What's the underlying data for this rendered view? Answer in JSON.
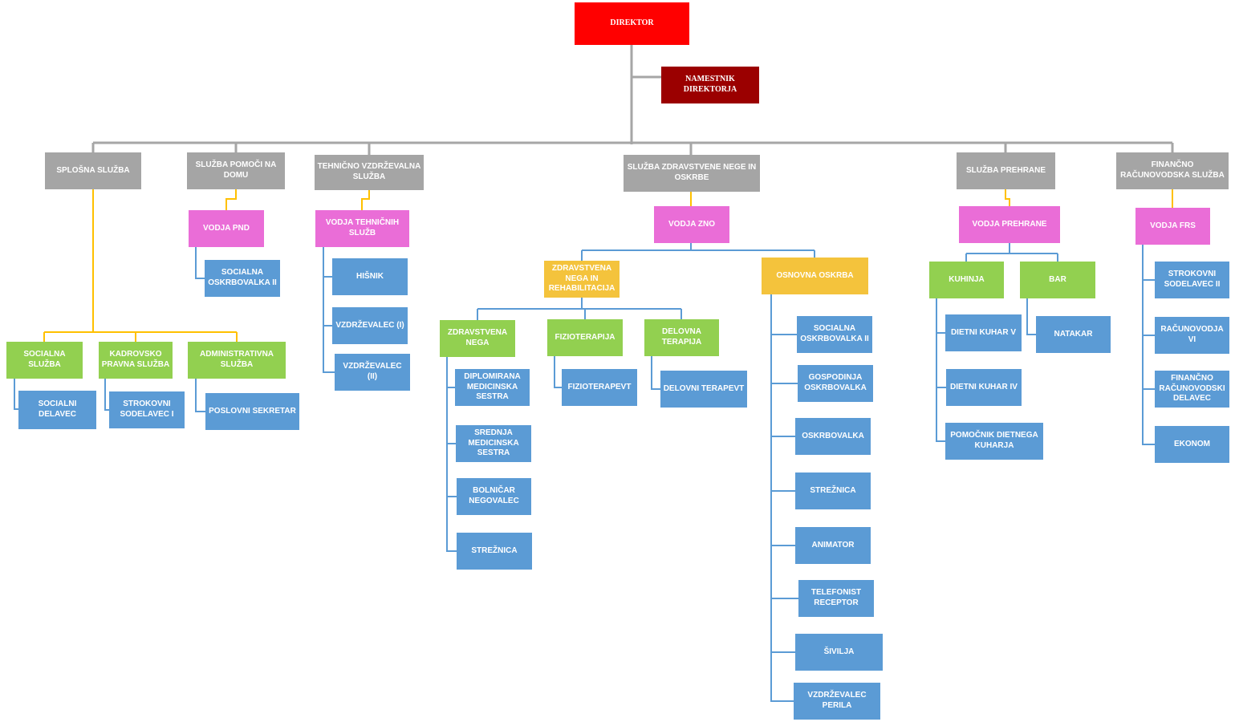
{
  "colors": {
    "red": "#FF0000",
    "darkred": "#9B0000",
    "gray": "#A5A5A5",
    "pink": "#EA6DD7",
    "gold": "#F4C33C",
    "green": "#92D050",
    "blue": "#5B9BD5",
    "line_gray": "#A6A6A6",
    "line_gold": "#FFC000",
    "line_blue": "#5B9BD5"
  },
  "nodes": {
    "direktor": "DIREKTOR",
    "namestnik": "NAMESTNIK DIREKTORJA",
    "splosna": "SPLOŠNA SLUŽBA",
    "pomoc_domu": "SLUŽBA POMOČI NA DOMU",
    "tehnicno": "TEHNIČNO VZDRŽEVALNA SLUŽBA",
    "zdravstvene_nege": "SLUŽBA ZDRAVSTVENE NEGE IN OSKRBE",
    "prehrane": "SLUŽBA PREHRANE",
    "financno": "FINANČNO RAČUNOVODSKA SLUŽBA",
    "socialna_sluzba": "SOCIALNA SLUŽBA",
    "kadrovsko": "KADROVSKO PRAVNA SLUŽBA",
    "administrativna": "ADMINISTRATIVNA SLUŽBA",
    "socialni_delavec": "SOCIALNI DELAVEC",
    "strokovni_sodelavec_1": "STROKOVNI SODELAVEC I",
    "poslovni_sekretar": "POSLOVNI SEKRETAR",
    "vodja_pnd": "VODJA PND",
    "socialna_oskrbovalka_pnd": "SOCIALNA OSKRBOVALKA II",
    "vodja_tehnicnih": "VODJA TEHNIČNIH SLUŽB",
    "hisnik": "HIŠNIK",
    "vzdrzevalec_1": "VZDRŽEVALEC (I)",
    "vzdrzevalec_2": "VZDRŽEVALEC (II)",
    "vodja_zno": "VODJA ZNO",
    "zdravstvena_nega_rehab": "ZDRAVSTVENA NEGA IN REHABILITACIJA",
    "osnovna_oskrba": "OSNOVNA OSKRBA",
    "zdravstvena_nega": "ZDRAVSTVENA NEGA",
    "fizioterapija": "FIZIOTERAPIJA",
    "delovna_terapija": "DELOVNA TERAPIJA",
    "diplomirana_sestra": "DIPLOMIRANA MEDICINSKA SESTRA",
    "srednja_sestra": "SREDNJA MEDICINSKA SESTRA",
    "bolnicar": "BOLNIČAR NEGOVALEC",
    "streznica_zn": "STREŽNICA",
    "fizioterapevt": "FIZIOTERAPEVT",
    "delovni_terapevt": "DELOVNI TERAPEVT",
    "socialna_oskrbovalka_oo": "SOCIALNA OSKRBOVALKA II",
    "gospodinja": "GOSPODINJA OSKRBOVALKA",
    "oskrbovalka": "OSKRBOVALKA",
    "streznica_oo": "STREŽNICA",
    "animator": "ANIMATOR",
    "telefonist": "TELEFONIST RECEPTOR",
    "sivilja": "ŠIVILJA",
    "vzdrzevalec_perila": "VZDRŽEVALEC PERILA",
    "vodja_prehrane": "VODJA PREHRANE",
    "kuhinja": "KUHINJA",
    "bar": "BAR",
    "dietni_kuhar_5": "DIETNI KUHAR V",
    "dietni_kuhar_4": "DIETNI KUHAR IV",
    "pomocnik_kuharja": "POMOČNIK DIETNEGA KUHARJA",
    "natakar": "NATAKAR",
    "vodja_frs": "VODJA FRS",
    "strokovni_sodelavec_2": "STROKOVNI SODELAVEC II",
    "racunovodja": "RAČUNOVODJA VI",
    "financno_delavec": "FINANČNO RAČUNOVODSKI DELAVEC",
    "ekonom": "EKONOM"
  }
}
